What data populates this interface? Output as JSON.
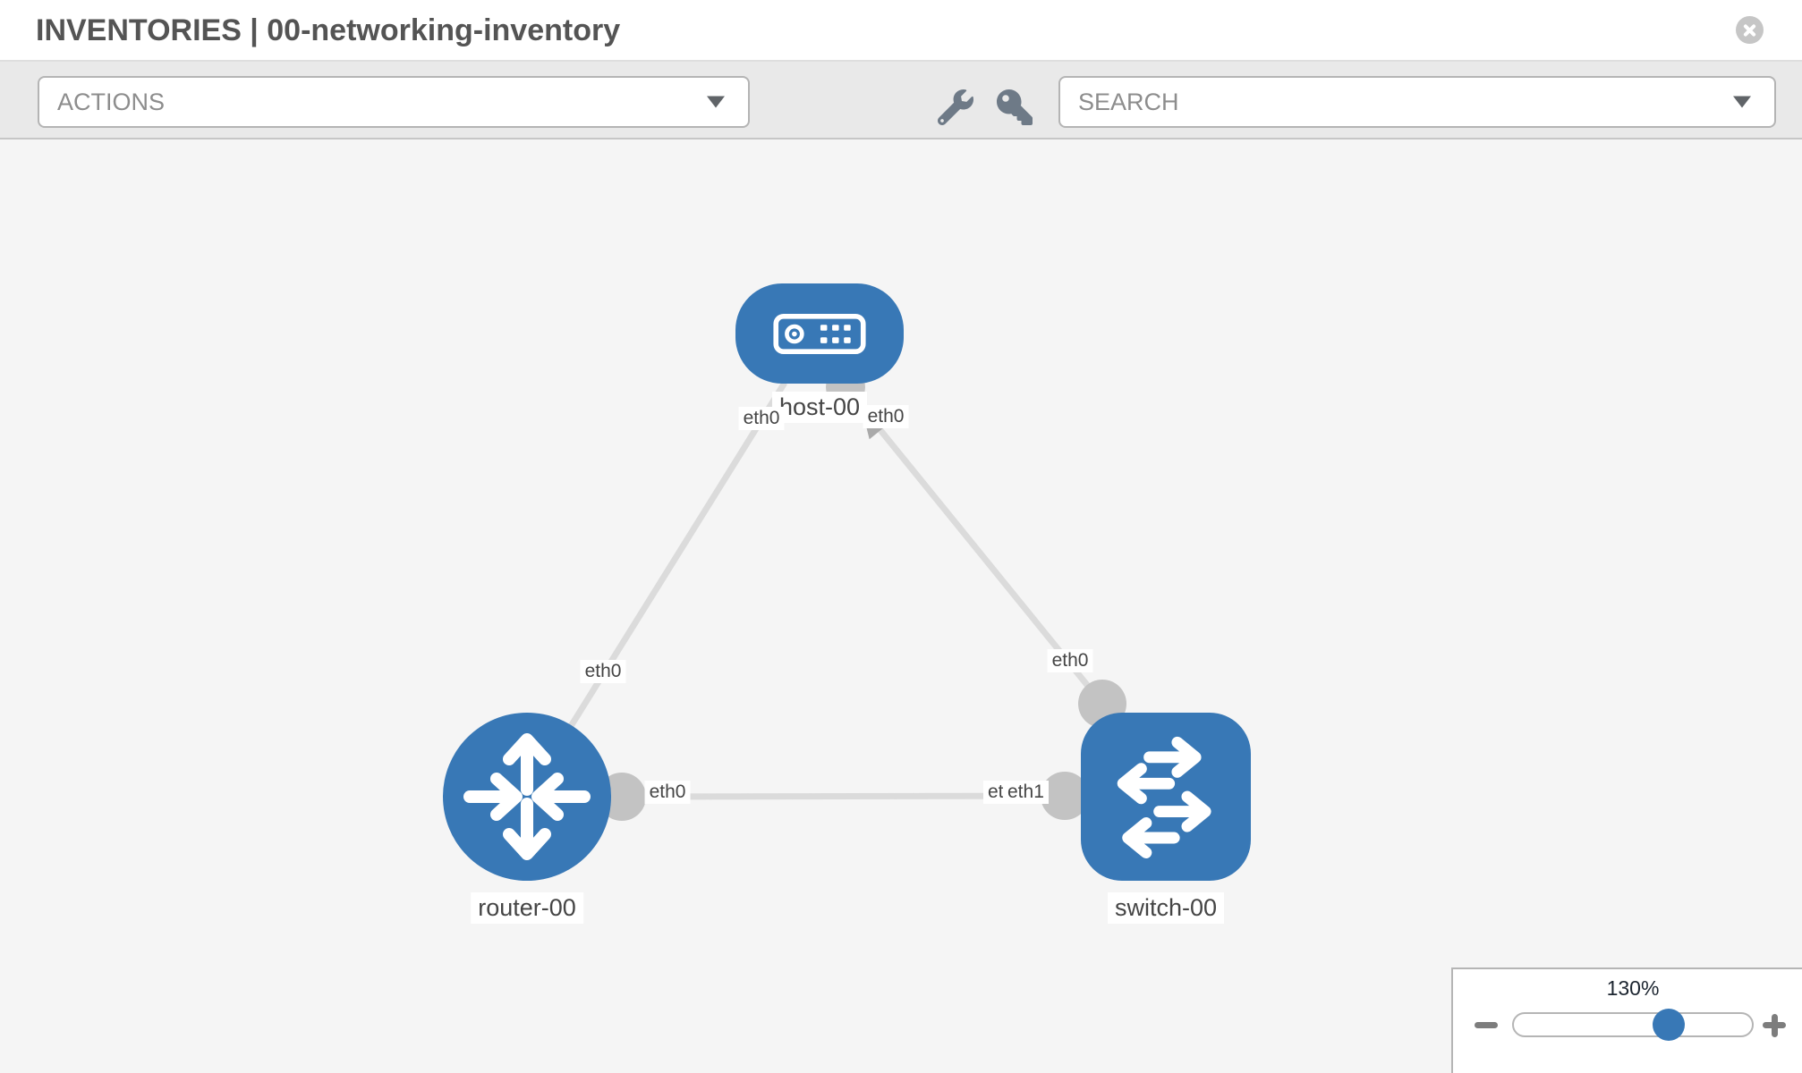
{
  "header": {
    "title": "INVENTORIES | 00-networking-inventory"
  },
  "toolbar": {
    "actions_label": "ACTIONS",
    "search_label": "SEARCH"
  },
  "topology": {
    "nodes": [
      {
        "label": "host-00",
        "type": "host",
        "icon": "server-icon"
      },
      {
        "label": "router-00",
        "type": "router",
        "icon": "router-arrows-icon"
      },
      {
        "label": "switch-00",
        "type": "switch",
        "icon": "switch-arrows-icon"
      }
    ],
    "iface_labels": [
      "eth0",
      "eth0",
      "eth0",
      "eth0",
      "eth0",
      "eth0",
      "eth1"
    ],
    "links": [
      {
        "from": "host-00",
        "to": "router-00",
        "from_iface": "eth0",
        "to_iface": "eth0"
      },
      {
        "from": "host-00",
        "to": "switch-00",
        "from_iface": "eth0",
        "to_iface": "eth0"
      },
      {
        "from": "router-00",
        "to": "switch-00",
        "from_iface": "eth0",
        "to_iface": "eth1"
      }
    ]
  },
  "zoom_control": {
    "level": "130%"
  },
  "icons": {
    "close": "circle-x-icon",
    "actions_caret": "chevron-down-icon",
    "search_caret": "chevron-down-icon",
    "tools": [
      "wrench-icon",
      "key-icon"
    ],
    "zoom_out": "minus-icon",
    "zoom_in": "plus-icon"
  },
  "colors": {
    "node_blue": "#3878b6",
    "connector_gray": "#c3c3c3",
    "link_gray": "#dbdbdb",
    "toolbar_bg": "#e9e9e9",
    "canvas_bg": "#f5f5f5"
  }
}
